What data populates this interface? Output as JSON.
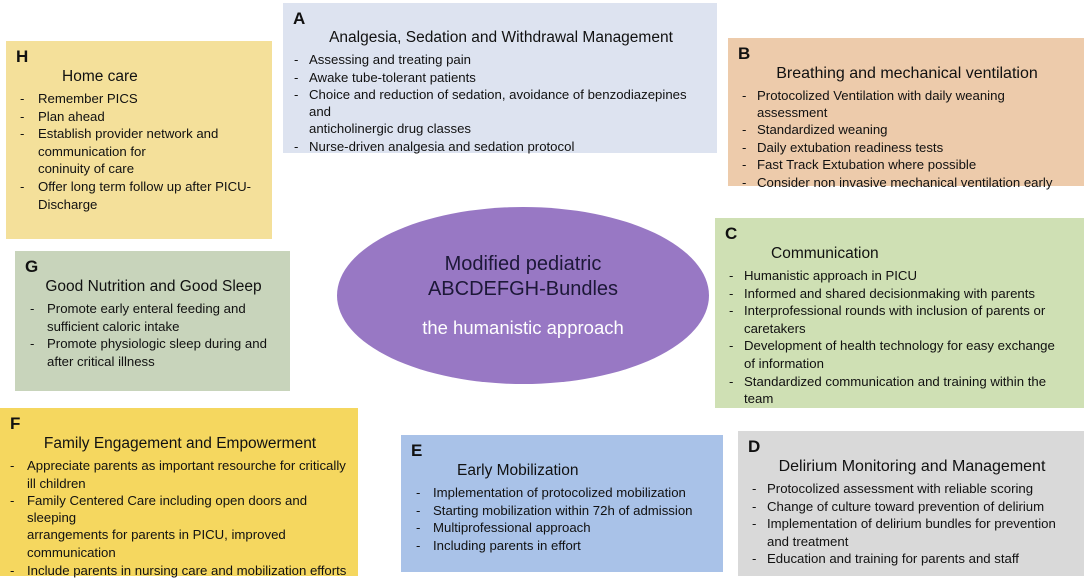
{
  "figure": {
    "center": {
      "line1": "Modified pediatric",
      "line2": "ABCDEFGH-Bundles",
      "line3": "the humanistic approach",
      "fill_color": "#9878c4",
      "text_color": "#1d1838",
      "subtext_color": "#ffffff"
    },
    "boxes": [
      {
        "letter": "A",
        "title": "Analgesia, Sedation and Withdrawal Management",
        "fill_color": "#dde3f0",
        "bullets": [
          "Assessing and treating pain",
          "Awake tube-tolerant patients",
          "Choice and reduction of sedation, avoidance of benzodiazepines and",
          "anticholinergic drug classes",
          "Nurse-driven analgesia and sedation protocol"
        ]
      },
      {
        "letter": "B",
        "title": "Breathing and mechanical ventilation",
        "fill_color": "#edcbab",
        "bullets": [
          "Protocolized Ventilation with daily weaning assessment",
          "Standardized weaning",
          "Daily extubation readiness tests",
          "Fast Track Extubation where possible",
          "Consider non invasive mechanical ventilation early"
        ]
      },
      {
        "letter": "C",
        "title": "Communication",
        "fill_color": "#cfe0b4",
        "bullets": [
          "Humanistic approach in PICU",
          "Informed and shared decisionmaking with parents",
          "Interprofessional rounds with inclusion of parents or",
          "caretakers",
          "Development of health technology for easy exchange",
          "of information",
          "Standardized communication and training within the",
          "team"
        ]
      },
      {
        "letter": "D",
        "title": "Delirium Monitoring and Management",
        "fill_color": "#d9d9d9",
        "bullets": [
          "Protocolized assessment with reliable scoring",
          "Change of culture toward prevention of delirium",
          "Implementation of delirium bundles for prevention",
          "and treatment",
          "Education and training for parents and staff"
        ]
      },
      {
        "letter": "E",
        "title": "Early Mobilization",
        "fill_color": "#a9c2e8",
        "bullets": [
          "Implementation of protocolized mobilization",
          "Starting mobilization within 72h of admission",
          "Multiprofessional approach",
          "Including parents in effort"
        ]
      },
      {
        "letter": "F",
        "title": "Family Engagement and Empowerment",
        "fill_color": "#f5d75f",
        "bullets": [
          "Appreciate parents as important resourche for critically",
          "ill children",
          "Family Centered Care including open doors and sleeping",
          "arrangements for parents in PICU, improved",
          "communication",
          "Include parents in nursing care and mobilization efforts"
        ]
      },
      {
        "letter": "G",
        "title": "Good Nutrition and Good Sleep",
        "fill_color": "#c8d4bb",
        "bullets": [
          "Promote early enteral feeding and",
          "sufficient caloric intake",
          "Promote physiologic sleep during and",
          "after critical illness"
        ]
      },
      {
        "letter": "H",
        "title": "Home care",
        "fill_color": "#f4e09a",
        "bullets": [
          "Remember PICS",
          "Plan ahead",
          "Establish provider network and",
          "communication for",
          "coninuity of care",
          "Offer long term follow up after PICU-",
          "Discharge"
        ]
      }
    ]
  }
}
